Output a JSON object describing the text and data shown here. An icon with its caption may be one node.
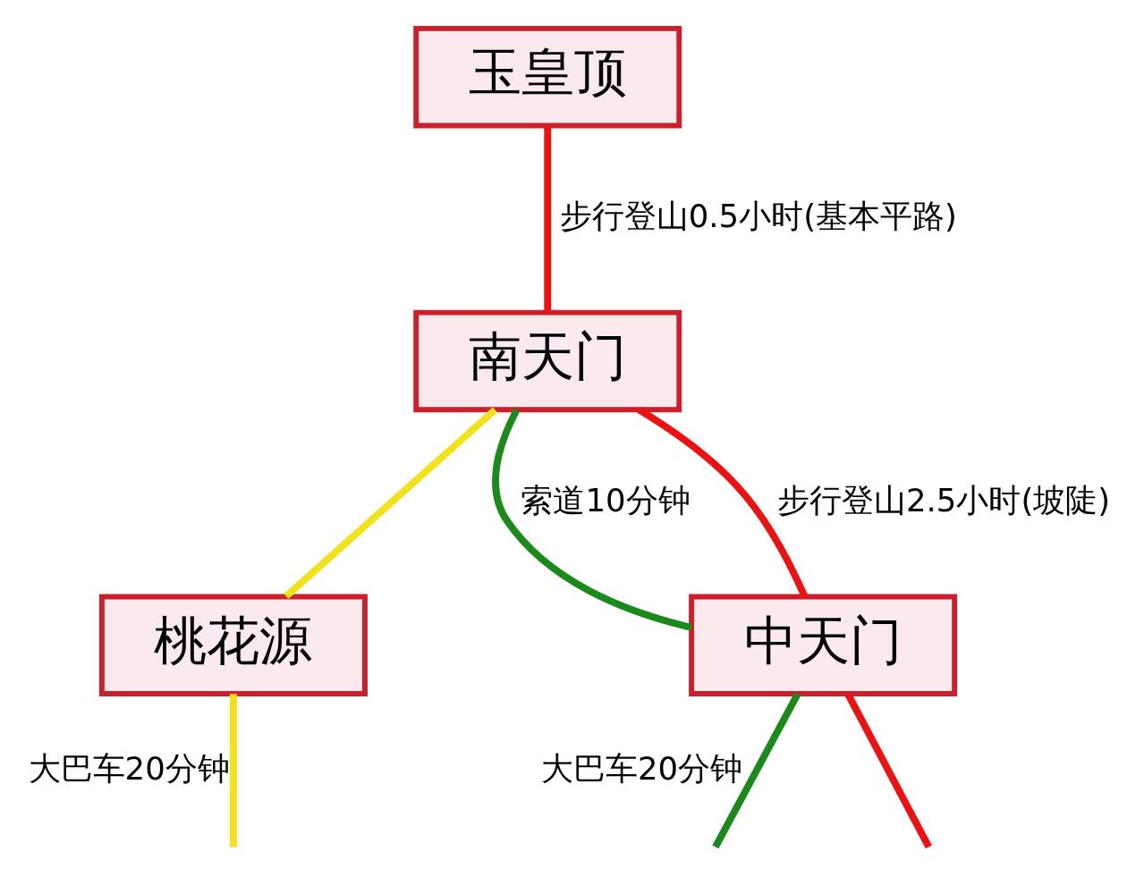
{
  "diagram": {
    "nodes": [
      {
        "text": [
          "玉皇顶"
        ]
      },
      {
        "text": [
          "南天门"
        ]
      },
      {
        "text": [
          "桃花源"
        ]
      },
      {
        "text": [
          "中天门"
        ]
      }
    ],
    "edges": [
      {
        "from": 0,
        "to": 1,
        "arrow": "none",
        "label": "步行登山0.5小时(基本平路)",
        "color": "#ee1111"
      },
      {
        "from": 1,
        "to": 2,
        "arrow": "none",
        "color": "#f2e21a"
      },
      {
        "from": 1,
        "to": 3,
        "arrow": "none",
        "label": "索道10分钟",
        "color": "#1a8a1a"
      },
      {
        "from": 1,
        "to": 3,
        "arrow": "none",
        "label": "步行登山2.5小时(坡陡)",
        "color": "#ee1111"
      },
      {
        "from": 2,
        "to": null,
        "arrow": "none",
        "label": "大巴车20分钟",
        "color": "#f2e21a"
      },
      {
        "from": 3,
        "to": null,
        "arrow": "none",
        "label": "大巴车20分钟",
        "color": "#1a8a1a"
      },
      {
        "from": 3,
        "to": null,
        "arrow": "none",
        "color": "#ee1111"
      }
    ]
  }
}
